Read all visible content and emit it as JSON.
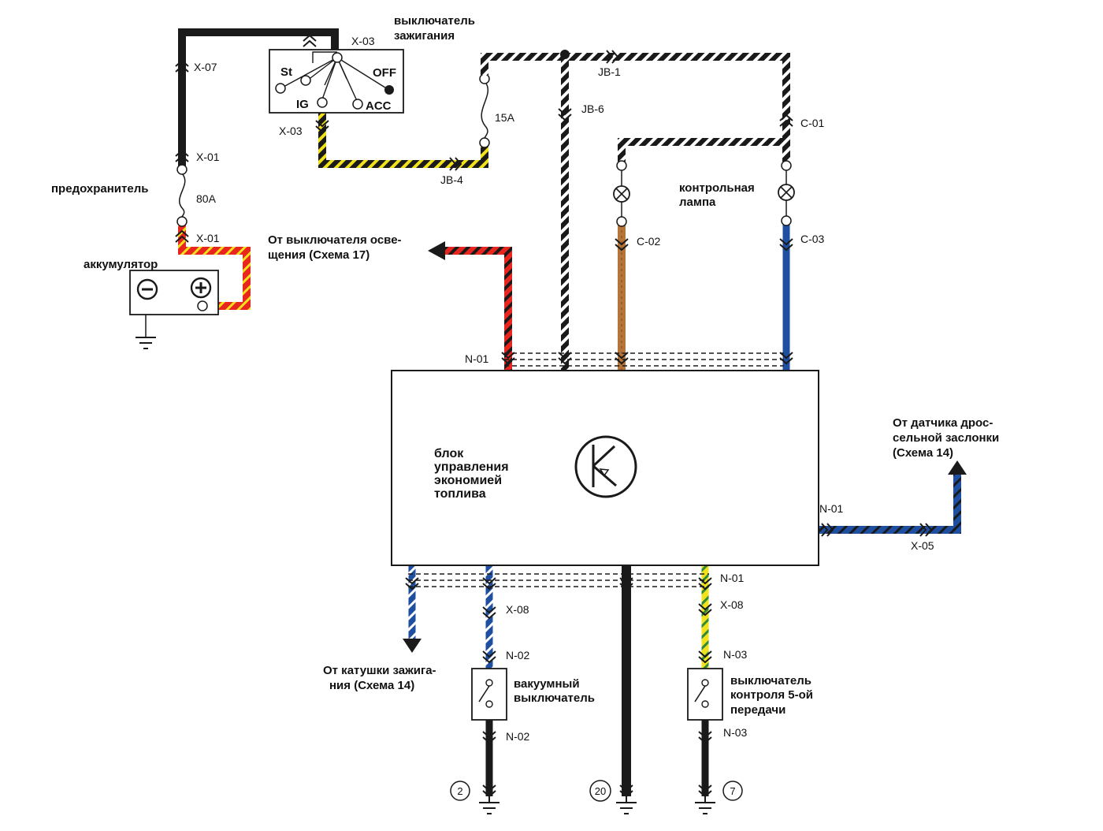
{
  "components": {
    "ignition_switch": {
      "title_line1": "выключатель",
      "title_line2": "зажигания",
      "st": "St",
      "ig": "IG",
      "off": "OFF",
      "acc": "ACC"
    },
    "fuse": {
      "label": "предохранитель",
      "rating": "80A"
    },
    "fuse_15a": {
      "rating": "15A"
    },
    "battery": {
      "label": "аккумулятор",
      "minus": "−",
      "plus": "+"
    },
    "warning_lamp": {
      "line1": "контрольная",
      "line2": "лампа"
    },
    "ecu": {
      "line1": "блок",
      "line2": "управления",
      "line3": "экономией",
      "line4": "топлива"
    },
    "vacuum_switch": {
      "line1": "вакуумный",
      "line2": "выключатель"
    },
    "fifth_gear_switch": {
      "line1": "выключатель",
      "line2": "контроля 5-ой",
      "line3": "передачи"
    }
  },
  "external": {
    "lighting_switch": {
      "line1": "От выключателя осве-",
      "line2": "щения  (Схема 17)"
    },
    "throttle_sensor": {
      "line1": "От датчика дрос-",
      "line2": "сельной заслонки",
      "line3": "(Схема 14)"
    },
    "ignition_coil": {
      "line1": "От катушки зажига-",
      "line2": "ния (Схема 14)"
    }
  },
  "connectors": {
    "x07": "X-07",
    "x03_top": "X-03",
    "x03_bottom": "X-03",
    "x01_upper": "X-01",
    "x01_lower": "X-01",
    "jb1": "JB-1",
    "jb6": "JB-6",
    "jb4": "JB-4",
    "c01": "C-01",
    "c02": "C-02",
    "c03": "C-03",
    "n01_top": "N-01",
    "n01_right": "N-01",
    "x05": "X-05",
    "n01_bottom": "N-01",
    "x08_left": "X-08",
    "x08_right": "X-08",
    "n02_upper": "N-02",
    "n02_lower": "N-02",
    "n03_upper": "N-03",
    "n03_lower": "N-03"
  },
  "grounds": {
    "g2": "2",
    "g20": "20",
    "g7": "7"
  },
  "colors": {
    "wire_black": "#1a1a1a",
    "wire_red": "#e8261f",
    "wire_yellow": "#f2e21c",
    "wire_brown": "#b5743a",
    "wire_blue": "#1f4fa0",
    "wire_white": "#ffffff"
  }
}
